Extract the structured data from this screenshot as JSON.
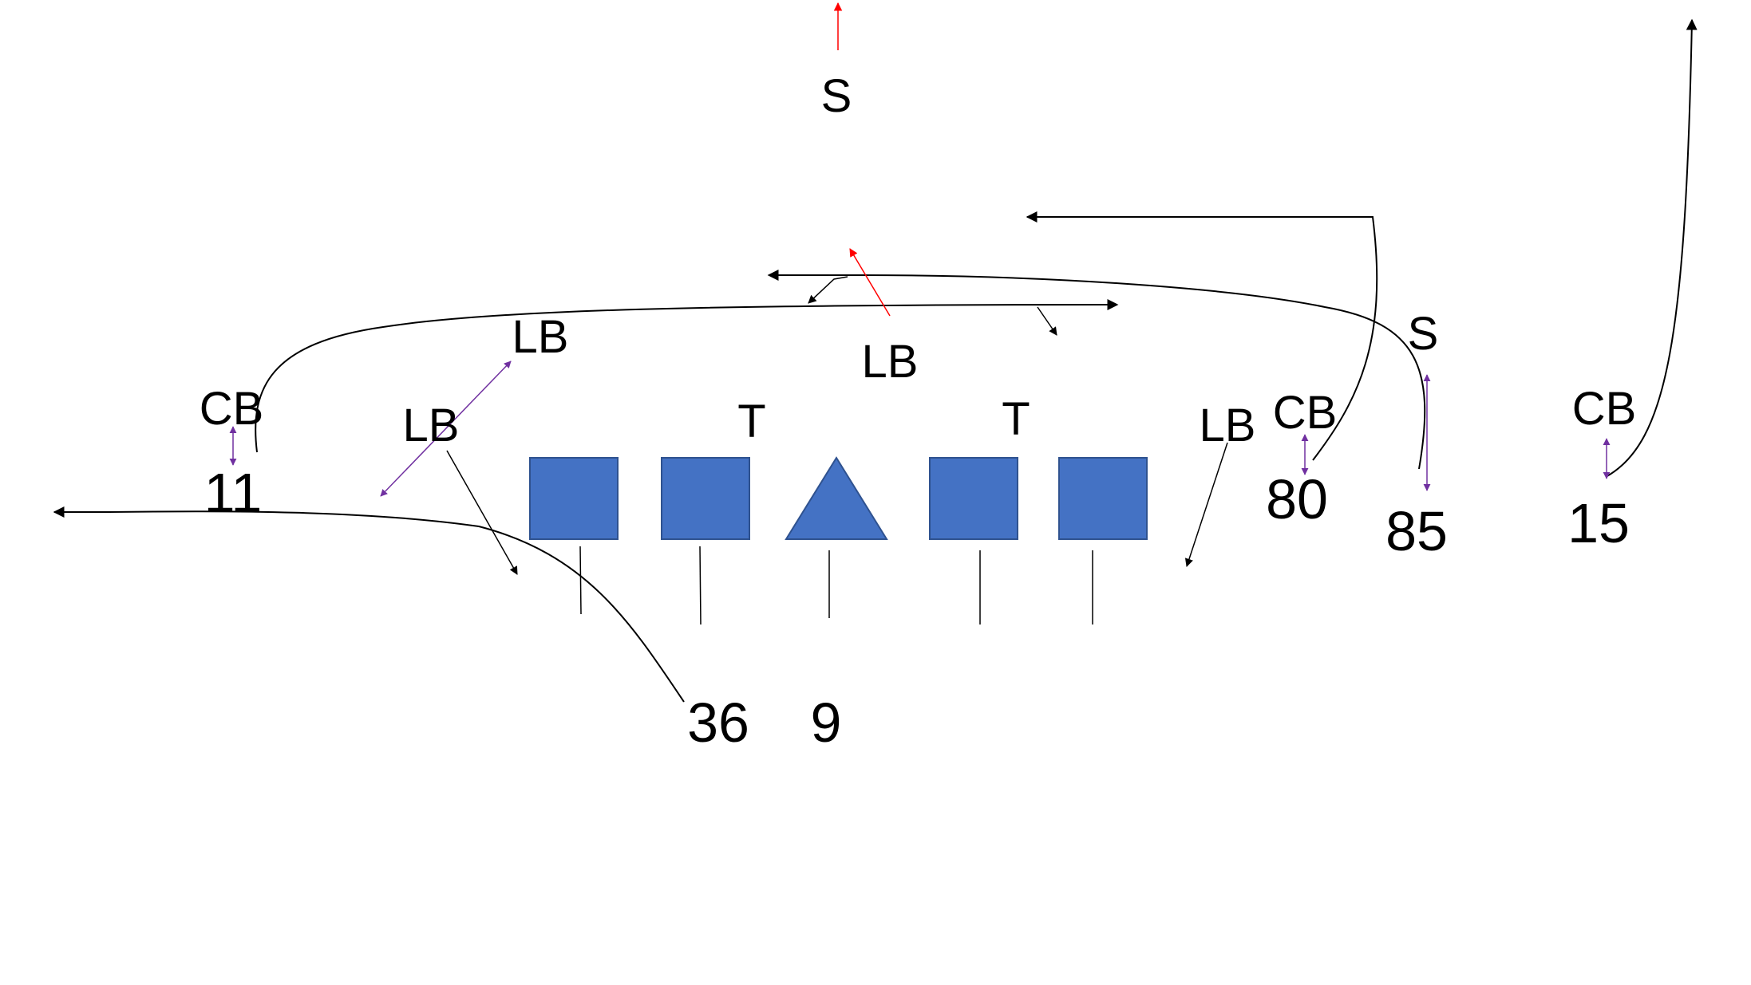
{
  "colors": {
    "lineman_fill": "#4472C4",
    "lineman_stroke": "#2F528F",
    "route": "#000000",
    "blitz": "#FF0000",
    "coverage": "#7030A0",
    "background": "#FFFFFF"
  },
  "shapes": {
    "lineman": "square",
    "center": "triangle"
  },
  "defense": {
    "safety_deep": "S",
    "safety_right": "S",
    "linebacker_1": "LB",
    "linebacker_2": "LB",
    "linebacker_3": "LB",
    "linebacker_4": "LB",
    "tackle_left": "T",
    "tackle_right": "T",
    "cornerback_left": "CB",
    "cornerback_middle": "CB",
    "cornerback_right": "CB"
  },
  "offense": {
    "receiver_11": "11",
    "receiver_80": "80",
    "receiver_85": "85",
    "receiver_15": "15",
    "running_back_36": "36",
    "quarterback_9": "9"
  }
}
